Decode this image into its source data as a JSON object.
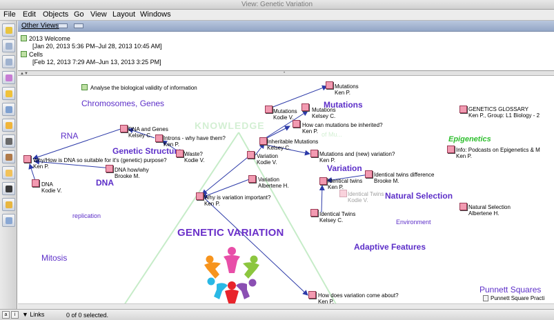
{
  "window": {
    "title": "View: Genetic Variation"
  },
  "menu": [
    "File",
    "Edit",
    "Objects",
    "Go",
    "View",
    "Layout",
    "Windows"
  ],
  "toolbar": {
    "tools": [
      {
        "name": "pencil-tool",
        "color": "#e8c440"
      },
      {
        "name": "scissors-tool",
        "color": "#9fb2cf"
      },
      {
        "name": "link-tool",
        "color": "#9fb2cf"
      },
      {
        "name": "node-tool",
        "color": "#c77dd4"
      },
      {
        "name": "note-tool",
        "color": "#f0c23a"
      },
      {
        "name": "zoom-tool",
        "color": "#7ea0d0"
      },
      {
        "name": "label-tool",
        "color": "#f0b53a"
      },
      {
        "name": "people-tool",
        "color": "#6a6a6a"
      },
      {
        "name": "graph-tool",
        "color": "#b07a4a"
      },
      {
        "name": "chart-tool",
        "color": "#f2c25a"
      },
      {
        "name": "draw-tool",
        "color": "#3a3a3a"
      },
      {
        "name": "help-tool",
        "color": "#e8b640"
      },
      {
        "name": "document-tool",
        "color": "#8aa8d4"
      }
    ]
  },
  "other_views": {
    "header": "Other Views",
    "items": [
      {
        "name": "2013 Welcome",
        "dates": "[Jan 20, 2013 5:36 PM–Jul 28, 2013 10:45 AM]"
      },
      {
        "name": "Cells",
        "dates": "[Feb 12, 2013 7:29 AM–Jun 13, 2013 3:25 PM]"
      }
    ]
  },
  "canvas": {
    "title": "GENETIC VARIATION",
    "analyse_note": "Analyse the biological validity of information",
    "topic_labels": {
      "chromosomes": "Chromosomes, Genes",
      "rna": "RNA",
      "genetic_structure": "Genetic Structure",
      "dna": "DNA",
      "replication": "replication",
      "mitosis": "Mitosis",
      "knowledge": "KNOWLEDGE",
      "mutations": "Mutations",
      "variation": "Variation",
      "natural_selection": "Natural Selection",
      "environment": "Environment",
      "adaptive": "Adaptive Features",
      "epigenetics": "Epigenetics",
      "punnett": "Punnett Squares",
      "mu": "of Mu..."
    },
    "notes": {
      "why_dna": {
        "title": "Why/How is DNA  so suitable for it's (genetic) purpose?",
        "author": "Ken P."
      },
      "dna": {
        "title": "DNA",
        "author": "Kodie V."
      },
      "dna_genes": {
        "title": "DNA and Genes",
        "author": "Kelsey C."
      },
      "introns": {
        "title": "Introns - why have them?",
        "author": "Ken P."
      },
      "waste": {
        "title": "Waste?",
        "author": "Kodie V."
      },
      "dna_how": {
        "title": "DNA how/why",
        "author": "Brooke M."
      },
      "variation_kodie": {
        "title": "Variation",
        "author": "Kodie V."
      },
      "variation_albertene": {
        "title": "Variation",
        "author": "Albertene H."
      },
      "why_variation": {
        "title": "Why is variation important?",
        "author": "Ken P."
      },
      "mutations_ken": {
        "title": "Mutations",
        "author": "Ken P."
      },
      "mutations_kodie": {
        "title": "Mutations",
        "author": "Kodie V."
      },
      "mutations_kelsey": {
        "title": "Mutations",
        "author": "Kelsey C."
      },
      "how_inherited": {
        "title": "How can mutations be inherited?",
        "author": "Ken P."
      },
      "inheritable": {
        "title": "Inheritable Mutations",
        "author": "Kelsey C."
      },
      "mutations_new": {
        "title": "Mutations and (new) variation?",
        "author": "Ken P."
      },
      "identical_difference": {
        "title": "Identical twins difference",
        "author": "Brooke M."
      },
      "identical_ken": {
        "title": "Identical twins",
        "author": "Ken P."
      },
      "identical_kodie": {
        "title": "Identical Twins",
        "author": "Kodie V."
      },
      "identical_kelsey": {
        "title": "Identical Twins",
        "author": "Kelsey C."
      },
      "natural_selection": {
        "title": "Natural Selection",
        "author": "Albertene H."
      },
      "glossary": {
        "title": "GENETICS GLOSSARY",
        "author": "Ken P., Group: L1 Biology - 2"
      },
      "podcasts": {
        "title": "Info: Podcasts on Epigenetics & M",
        "author": "Ken P."
      },
      "how_variation": {
        "title": "How does variation come about?",
        "author": "Ken P."
      },
      "punnett_practice": {
        "title": "Punnett Square Practi",
        "author": ""
      }
    }
  },
  "statusbar": {
    "links_label": "Links",
    "selection": "0 of 0 selected.",
    "btn_a": "a",
    "btn_i": "i"
  }
}
